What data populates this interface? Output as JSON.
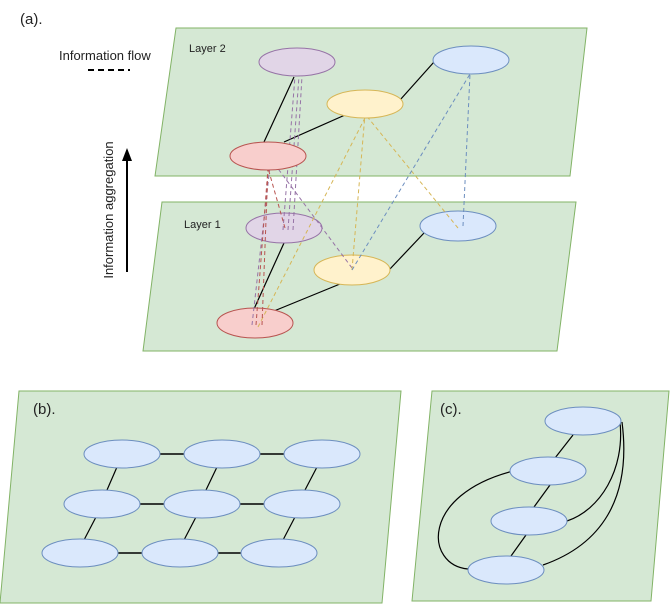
{
  "panels": {
    "a": {
      "label": "(a).",
      "legend_label": "Information flow",
      "axis_label": "Information aggregation",
      "layer2_label": "Layer 2",
      "layer1_label": "Layer 1"
    },
    "b": {
      "label": "(b)."
    },
    "c": {
      "label": "(c)."
    }
  },
  "colors": {
    "plane_fill": "#d5e8d4",
    "plane_stroke": "#82b366",
    "node_purple": "#e1d5e7",
    "node_purple_stroke": "#9673a6",
    "node_yellow": "#fff2cc",
    "node_yellow_stroke": "#d6b656",
    "node_red": "#f8cecc",
    "node_red_stroke": "#b85450",
    "node_blue": "#dae8fc",
    "node_blue_stroke": "#6c8ebf",
    "flow_purple": "#9673a6",
    "flow_yellow": "#d6b656",
    "flow_red": "#b85450",
    "flow_blue": "#6c8ebf"
  }
}
